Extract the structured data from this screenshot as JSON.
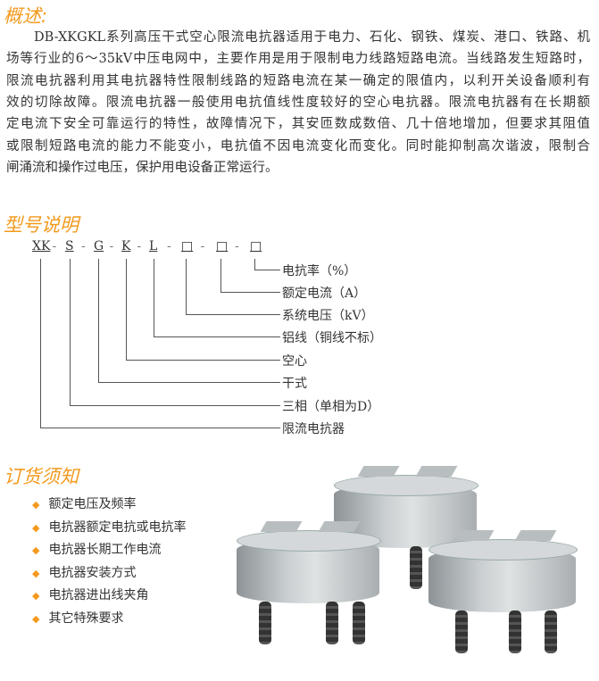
{
  "overview": {
    "title": "概述:",
    "lines": [
      "　　DB-XKGKL系列高压干式空心限流电抗器适用于电力、石化、钢铁、煤炭、港口、铁路、机",
      "场等行业的6～35kV中压电网中，主要作用是用于限制电力线路短路电流。当线路发生短路时，",
      "限流电抗器利用其电抗器特性限制线路的短路电流在某一确定的限值内，以利开关设备顺利有",
      "效的切除故障。限流电抗器一般使用电抗值线性度较好的空心电抗器。限流电抗器有在长期额",
      "定电流下安全可靠运行的特性，故障情况下，其安匝数成数倍、几十倍地增加，但要求其阻值",
      "或限制短路电流的能力不能变小，电抗值不因电流变化而变化。同时能抑制高次谐波，限制合",
      "闸涌流和操作过电压，保护用电设备正常运行。"
    ]
  },
  "model": {
    "title": "型号说明",
    "codes": [
      "XK",
      "S",
      "G",
      "K",
      "L",
      "□",
      "□",
      "□"
    ],
    "separator": "-",
    "labels": [
      "电抗率（%）",
      "额定电流（A）",
      "系统电压（kV）",
      "铝线（铜线不标）",
      "空心",
      "干式",
      "三相（单相为D）",
      "限流电抗器"
    ]
  },
  "order": {
    "title": "订货须知",
    "items": [
      "额定电压及频率",
      "电抗器额定电抗或电抗率",
      "电抗器长期工作电流",
      "电抗器安装方式",
      "电抗器进出线夹角",
      "其它特殊要求"
    ]
  }
}
